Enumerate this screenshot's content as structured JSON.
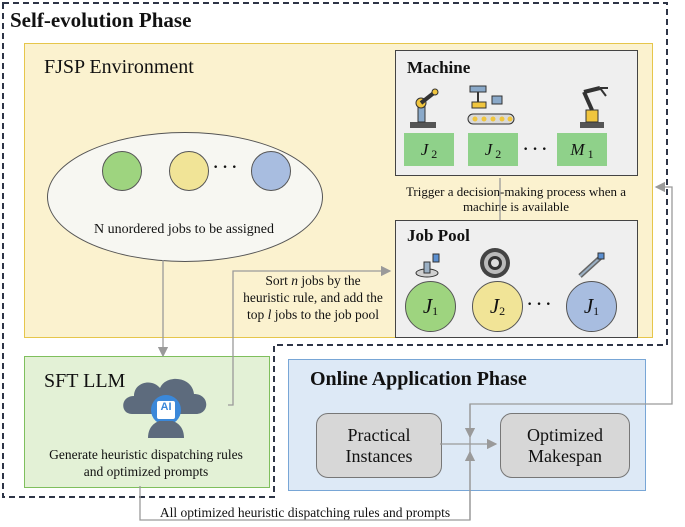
{
  "self_evolution": {
    "title": "Self-evolution Phase",
    "env_title": "FJSP Environment",
    "jobs_caption": "N unordered jobs to be assigned",
    "machine": {
      "title": "Machine",
      "labels": [
        {
          "base": "J",
          "sub": "2"
        },
        {
          "base": "J",
          "sub": "2"
        },
        {
          "base": "M",
          "sub": "1"
        }
      ]
    },
    "trigger_text": [
      "Trigger a decision-making process when a",
      "machine is available"
    ],
    "job_pool": {
      "title": "Job Pool",
      "jobs": [
        {
          "base": "J",
          "sub": "1",
          "color": "#9ed47f"
        },
        {
          "base": "J",
          "sub": "2",
          "color": "#f1e497"
        },
        {
          "base": "J",
          "sub": "1",
          "color": "#a8bde0"
        }
      ]
    },
    "sort_text": {
      "pre1": "Sort ",
      "var1": "n",
      "post1": " jobs by the",
      "line2": "heuristic rule, and add the",
      "pre3": "top ",
      "var3": "l",
      "post3": " jobs to the job pool"
    },
    "llm": {
      "title": "SFT LLM",
      "ai_label": "AI",
      "caption": [
        "Generate heuristic dispatching rules",
        "and optimized prompts"
      ]
    }
  },
  "online": {
    "title": "Online Application Phase",
    "left_box": [
      "Practical",
      "Instances"
    ],
    "right_box": [
      "Optimized",
      "Makespan"
    ]
  },
  "bottom_text": "All optimized heuristic dispatching rules and prompts",
  "ellipsis": "···",
  "colors": {
    "env_fill": "#fbf2cf",
    "env_border": "#e6c64b",
    "llm_fill": "#e3f1d6",
    "llm_border": "#7fbf5d",
    "online_fill": "#dde9f6",
    "online_border": "#78a6d6",
    "dashed": "#2e3547",
    "green": "#9ed47f",
    "yellow": "#f1e497",
    "blue": "#a8bde0"
  }
}
